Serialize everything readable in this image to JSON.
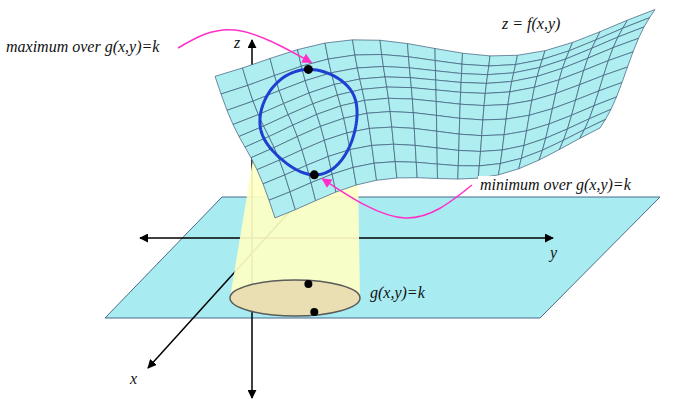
{
  "diagram": {
    "labels": [
      "maximum over g(x,y)=k",
      "z = f(x,y)",
      "z",
      "minimum over g(x,y)=k",
      "y",
      "g(x,y)=k",
      "x"
    ]
  }
}
